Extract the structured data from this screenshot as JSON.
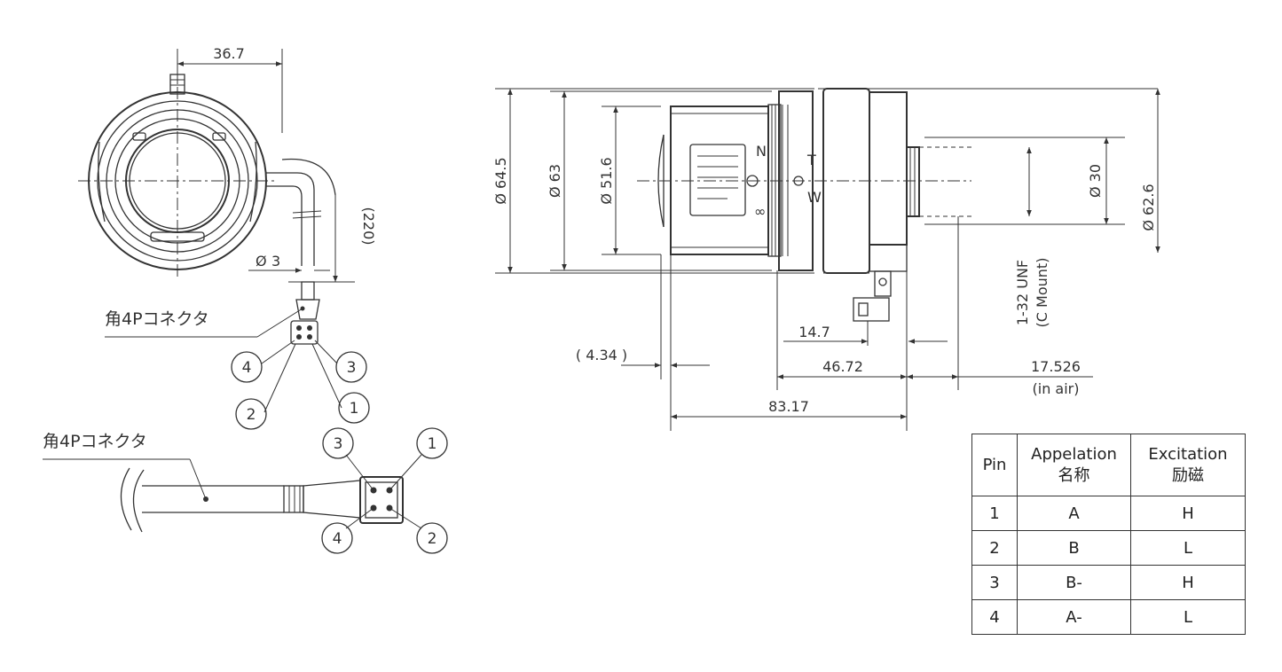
{
  "front_view": {
    "dim_width": "36.7",
    "dim_cable_length": "(220)",
    "dim_cable_dia": "3",
    "connector_label": "角4Pコネクタ",
    "pins": [
      "4",
      "3",
      "2",
      "1"
    ]
  },
  "connector_detail": {
    "label": "角4Pコネクタ",
    "pins": [
      "3",
      "1",
      "4",
      "2"
    ]
  },
  "side_view": {
    "dia_64_5": "64.5",
    "dia_63": "63",
    "dia_51_6": "51.6",
    "dia_30": "30",
    "dia_62_6": "62.6",
    "mount_line1": "1-32 UNF",
    "mount_line2": "(C Mount)",
    "dim_4_34": "( 4.34 )",
    "dim_14_7": "14.7",
    "dim_46_72": "46.72",
    "dim_17_526": "17.526",
    "dim_in_air": "(in air)",
    "dim_83_17": "83.17",
    "marking_W": "W",
    "marking_T": "T",
    "marking_N": "N",
    "marking_F": "∞"
  },
  "pin_table": {
    "header": {
      "pin": "Pin",
      "appelation": "Appelation",
      "appelation_jp": "名称",
      "excitation": "Excitation",
      "excitation_jp": "励磁"
    },
    "rows": [
      {
        "pin": "1",
        "appelation": "A",
        "excitation": "H"
      },
      {
        "pin": "2",
        "appelation": "B",
        "excitation": "L"
      },
      {
        "pin": "3",
        "appelation": "B-",
        "excitation": "H"
      },
      {
        "pin": "4",
        "appelation": "A-",
        "excitation": "L"
      }
    ]
  }
}
